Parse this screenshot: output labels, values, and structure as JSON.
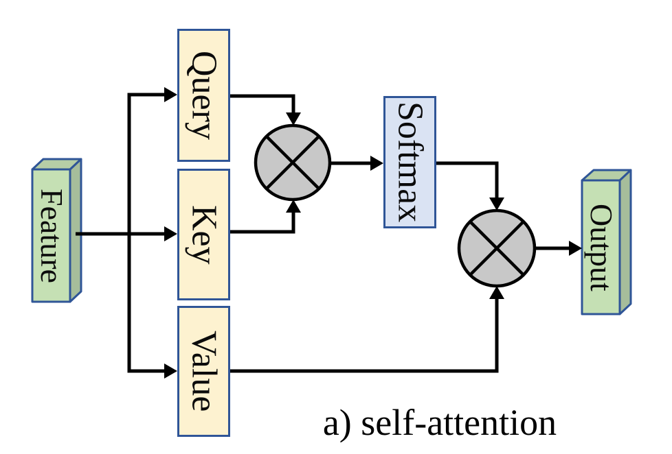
{
  "caption": "a) self-attention",
  "nodes": {
    "feature": {
      "label": "Feature"
    },
    "query": {
      "label": "Query"
    },
    "key": {
      "label": "Key"
    },
    "value": {
      "label": "Value"
    },
    "softmax": {
      "label": "Softmax"
    },
    "output": {
      "label": "Output"
    },
    "matmul1": {
      "symbol": "⊗",
      "icon": "matmul-icon"
    },
    "matmul2": {
      "symbol": "⊗",
      "icon": "matmul-icon"
    }
  },
  "edges": [
    "feature -> query",
    "feature -> key",
    "feature -> value",
    "query -> matmul1",
    "key -> matmul1",
    "matmul1 -> softmax",
    "softmax -> matmul2",
    "value -> matmul2",
    "matmul2 -> output"
  ],
  "colors": {
    "border-blue": "#2F5597",
    "cream": "#FDF2D0",
    "lightblue": "#DAE3F3",
    "green-front": "#C5E0B4",
    "green-side": "#A6BD9B",
    "green-top": "#B6CEA6",
    "circle-gray": "#C8C8C8",
    "wire-black": "#000000"
  }
}
